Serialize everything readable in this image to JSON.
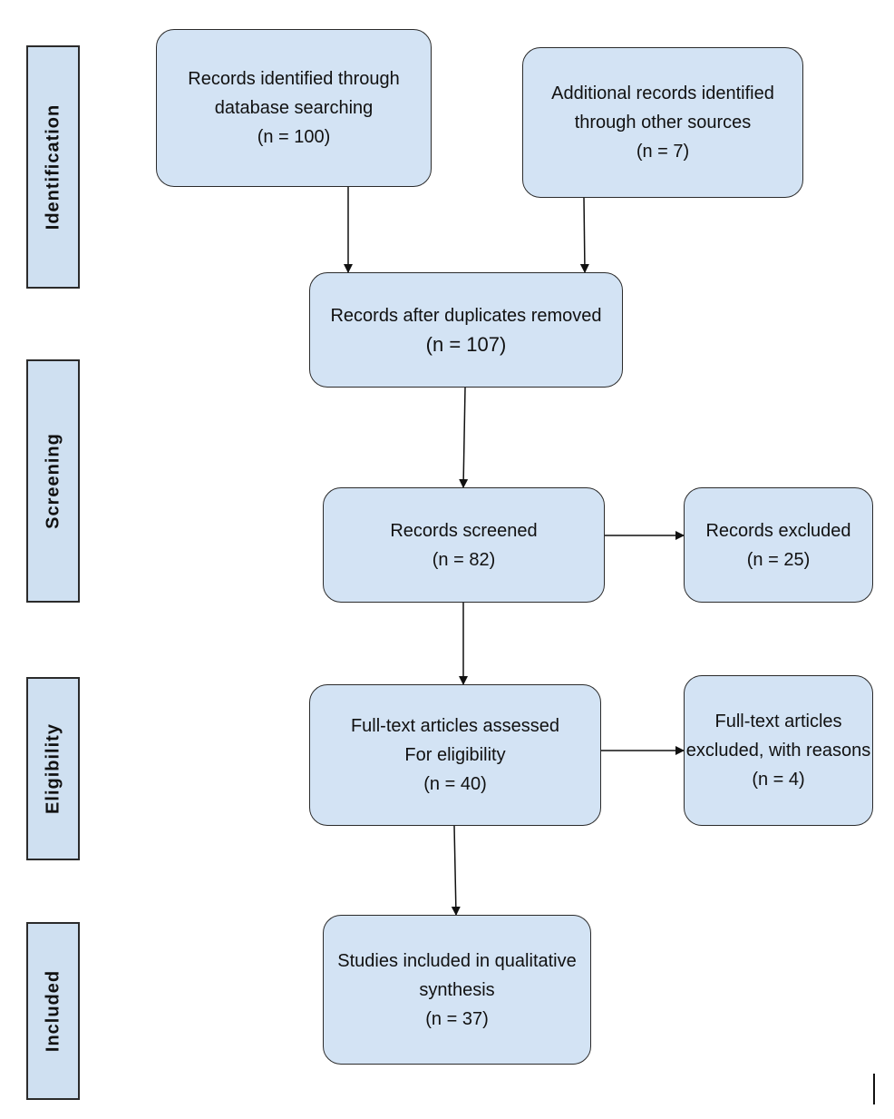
{
  "phases": {
    "identification": "Identification",
    "screening": "Screening",
    "eligibility": "Eligibility",
    "included": "Included"
  },
  "boxes": {
    "database": {
      "line1": "Records identified through",
      "line2": "database  searching",
      "line3": "(n = 100)"
    },
    "other_sources": {
      "line1": "Additional records identified",
      "line2": "through other sources",
      "line3": "(n = 7)"
    },
    "duplicates_removed": {
      "line1": "Records after duplicates removed",
      "line2": "(n = 107)"
    },
    "screened": {
      "line1": "Records screened",
      "line2": "(n = 82)"
    },
    "excluded": {
      "line1": "Records excluded",
      "line2": "(n = 25)"
    },
    "fulltext_assessed": {
      "line1": "Full-text articles assessed",
      "line2": "For eligibility",
      "line3": "(n = 40)"
    },
    "fulltext_excluded": {
      "line1": "Full-text articles",
      "line2": "excluded, with reasons",
      "line3": "(n = 4)"
    },
    "included": {
      "line1": "Studies included in qualitative",
      "line2": "synthesis",
      "line3": "(n = 37)"
    }
  },
  "colors": {
    "box_fill": "#d3e3f4",
    "phase_fill": "#cfe0f1",
    "border": "#2b2b2b"
  }
}
